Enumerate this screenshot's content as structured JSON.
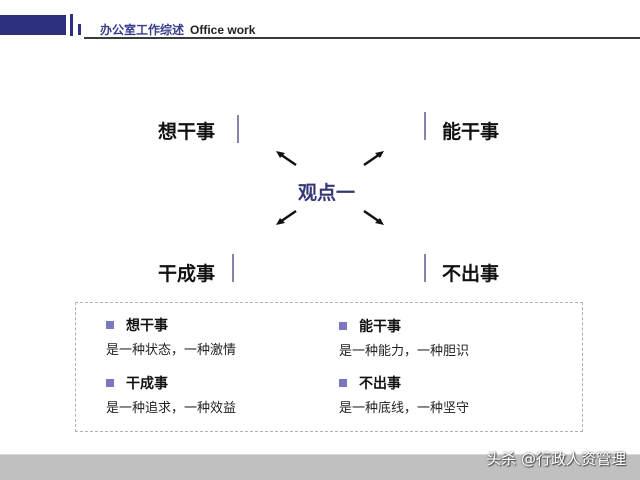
{
  "header": {
    "title_cn": "办公室工作综述",
    "title_en": "Office work",
    "accent_color": "#2c2f7e"
  },
  "diagram": {
    "center": "观点一",
    "quadrants": {
      "top_left": "想干事",
      "top_right": "能干事",
      "bottom_left": "干成事",
      "bottom_right": "不出事"
    },
    "arrows": [
      "arrow-up-left",
      "arrow-up-right",
      "arrow-down-left",
      "arrow-down-right"
    ]
  },
  "summary": {
    "items": [
      {
        "title": "想干事",
        "desc": "是一种状态，一种激情"
      },
      {
        "title": "能干事",
        "desc": "是一种能力，一种胆识"
      },
      {
        "title": "干成事",
        "desc": "是一种追求，一种效益"
      },
      {
        "title": "不出事",
        "desc": "是一种底线，一种坚守"
      }
    ],
    "bullet_color": "#7b77c0"
  },
  "watermark": "头杀 @行政人资管理"
}
